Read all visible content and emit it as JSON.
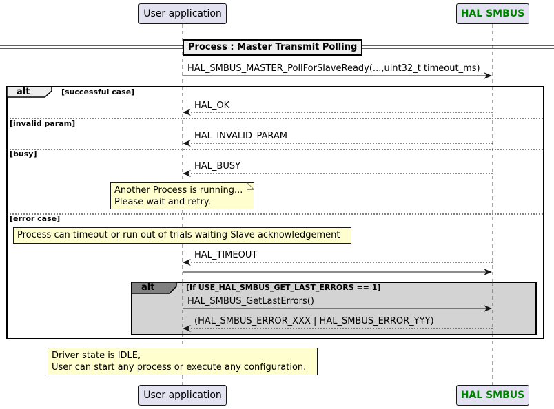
{
  "participants": [
    {
      "name": "User application",
      "color": "#000000"
    },
    {
      "name": "HAL SMBUS",
      "color": "#008000"
    }
  ],
  "divider": {
    "title": "Process :  Master Transmit Polling"
  },
  "request": {
    "label": "HAL_SMBUS_MASTER_PollForSlaveReady(...,uint32_t timeout_ms)"
  },
  "alt_outer": {
    "keyword": "alt",
    "sections": [
      {
        "guard": "[successful case]",
        "reply": "HAL_OK"
      },
      {
        "guard": "[invalid param]",
        "reply": "HAL_INVALID_PARAM"
      },
      {
        "guard": "[busy]",
        "reply": "HAL_BUSY",
        "note": [
          "Another Process is running...",
          "Please wait and retry."
        ]
      },
      {
        "guard": "[error case]",
        "note": "Process can timeout or run out of trials waiting Slave acknowledgement",
        "reply": "HAL_TIMEOUT"
      }
    ]
  },
  "alt_inner": {
    "keyword": "alt",
    "guard": "[If USE_HAL_SMBUS_GET_LAST_ERRORS == 1]",
    "call": "HAL_SMBUS_GetLastErrors()",
    "reply": "(HAL_SMBUS_ERROR_XXX | HAL_SMBUS_ERROR_YYY)"
  },
  "final_note": [
    "Driver state is IDLE,",
    "User can start any process or execute any configuration."
  ],
  "colors": {
    "participant_bg": "#e2e2f0",
    "note_bg": "#fefece",
    "inner_alt_bg": "#d3d3d3",
    "hal_text": "#008000"
  }
}
